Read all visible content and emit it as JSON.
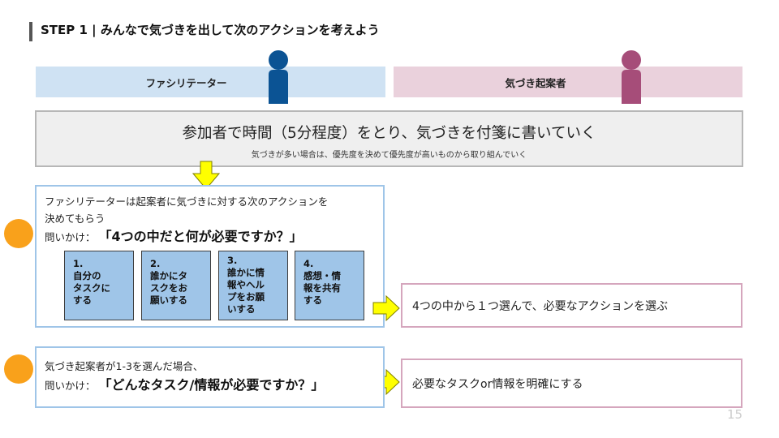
{
  "title": "STEP 1 | みんなで気づきを出して次のアクションを考えよう",
  "roles": {
    "facilitator": "ファシリテーター",
    "proposer": "気づき起案者"
  },
  "colors": {
    "facilitator_band": "#cfe2f3",
    "proposer_band": "#ead1dc",
    "facilitator_person": "#0b5394",
    "proposer_person": "#a64d79",
    "arrow": "#ffff00",
    "dot": "#f9a11b"
  },
  "step0": {
    "main": "参加者で時間（5分程度）をとり、気づきを付箋に書いていく",
    "sub": "気づきが多い場合は、優先度を決めて優先度が高いものから取り組んでいく"
  },
  "box1": {
    "line1": "ファシリテーターは起案者に気づきに対する次のアクションを",
    "line2": "決めてもらう",
    "question_prefix": "問いかけ：",
    "question": "「4つの中だと何が必要ですか？」",
    "options": [
      {
        "num": "1.",
        "text": "自分の\nタスクに\nする"
      },
      {
        "num": "2.",
        "text": "誰かにタ\nスクをお\n願いする"
      },
      {
        "num": "3.",
        "text": "誰かに情\n報やヘル\nプをお願\nいする"
      },
      {
        "num": "4.",
        "text": "感想・情\n報を共有\nする"
      }
    ]
  },
  "result1": "4つの中から１つ選んで、必要なアクションを選ぶ",
  "box2": {
    "line1": "気づき起案者が1-3を選んだ場合、",
    "question_prefix": "問いかけ：",
    "question": "「どんなタスク/情報が必要ですか？」"
  },
  "result2": "必要なタスクor情報を明確にする",
  "page_number": "15"
}
